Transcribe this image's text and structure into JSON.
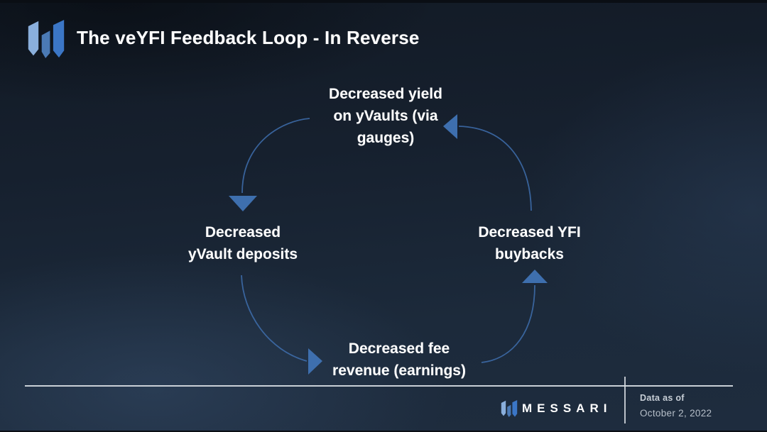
{
  "header": {
    "title": "The veYFI Feedback Loop - In Reverse"
  },
  "diagram": {
    "type": "cycle",
    "direction": "counter-clockwise",
    "nodes": [
      {
        "id": "decreased-yield",
        "position": "top",
        "lines": [
          "Decreased yield",
          "on yVaults (via",
          "gauges)"
        ]
      },
      {
        "id": "decreased-yvault-deposits",
        "position": "left",
        "lines": [
          "Decreased",
          "yVault deposits"
        ]
      },
      {
        "id": "decreased-fee-revenue",
        "position": "bottom",
        "lines": [
          "Decreased fee",
          "revenue (earnings)"
        ]
      },
      {
        "id": "decreased-yfi-buybacks",
        "position": "right",
        "lines": [
          "Decreased YFI",
          "buybacks"
        ]
      }
    ],
    "edges": [
      {
        "from": "decreased-yield",
        "to": "decreased-yvault-deposits"
      },
      {
        "from": "decreased-yvault-deposits",
        "to": "decreased-fee-revenue"
      },
      {
        "from": "decreased-fee-revenue",
        "to": "decreased-yfi-buybacks"
      },
      {
        "from": "decreased-yfi-buybacks",
        "to": "decreased-yield"
      }
    ]
  },
  "footer": {
    "brand": "MESSARI",
    "data_as_of_label": "Data as of",
    "data_as_of_date": "October 2, 2022"
  },
  "colors": {
    "text": "#ffffff",
    "arrow": "#3e6fae",
    "rule": "#d8dde3",
    "logo_light": "#8aafdc",
    "logo_mid": "#4b7ab5",
    "logo_bright": "#3b76c6",
    "background_top": "#121a25",
    "background_bottom": "#1e2c3e"
  }
}
